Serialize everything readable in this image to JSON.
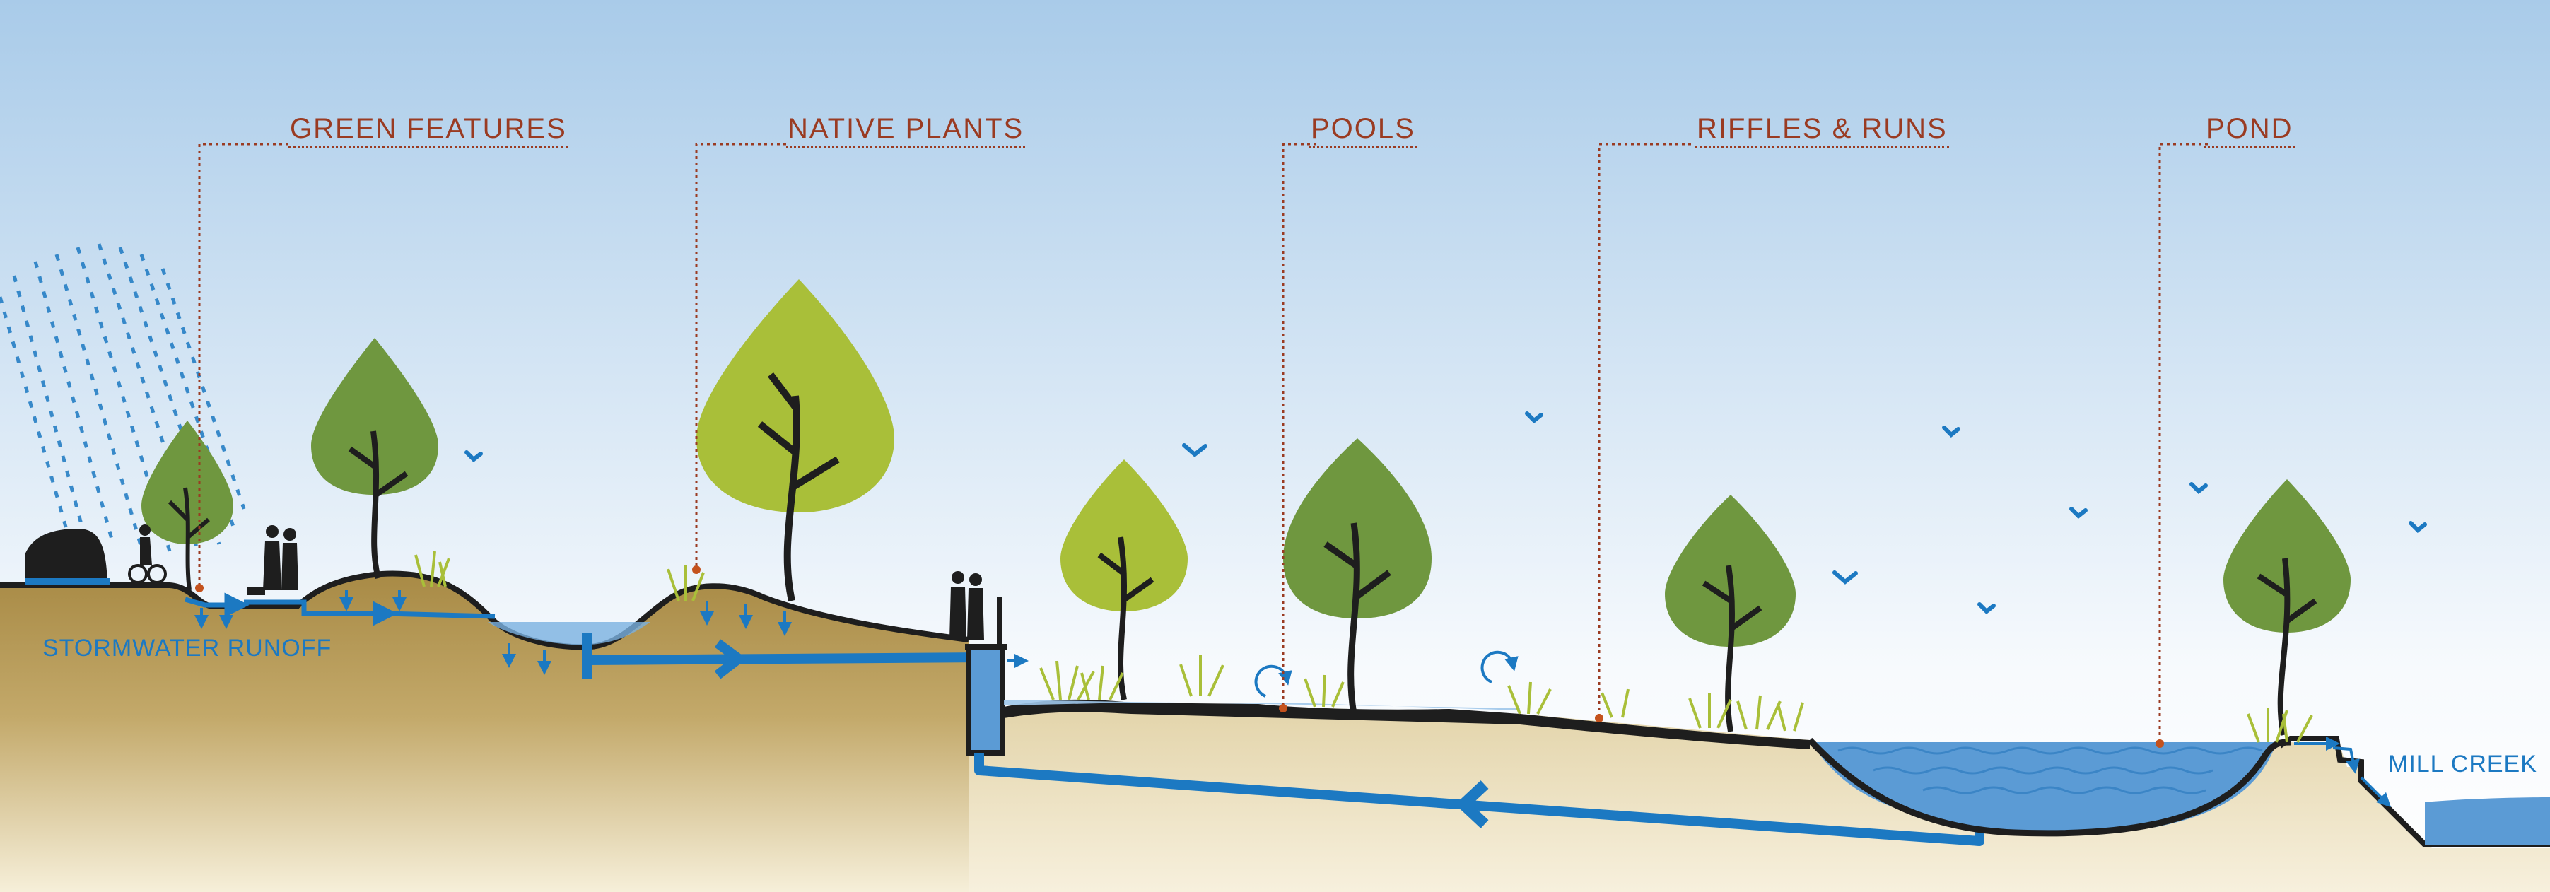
{
  "labels": {
    "green_features": "GREEN FEATURES",
    "native_plants": "NATIVE PLANTS",
    "pools": "POOLS",
    "riffles_runs": "RIFFLES & RUNS",
    "pond": "POND",
    "stormwater_runoff": "STORMWATER RUNOFF",
    "mill_creek": "MILL CREEK"
  },
  "colors": {
    "sky_top": "#a9cbe9",
    "sky_bottom": "#ffffff",
    "soil_dark": "#a88a45",
    "soil_light": "#e9dcb6",
    "water": "#5b9bd5",
    "flow_pipe": "#1c79c2",
    "tree_dark": "#6f973f",
    "tree_light": "#a9bf39",
    "label": "#9a3b22"
  }
}
